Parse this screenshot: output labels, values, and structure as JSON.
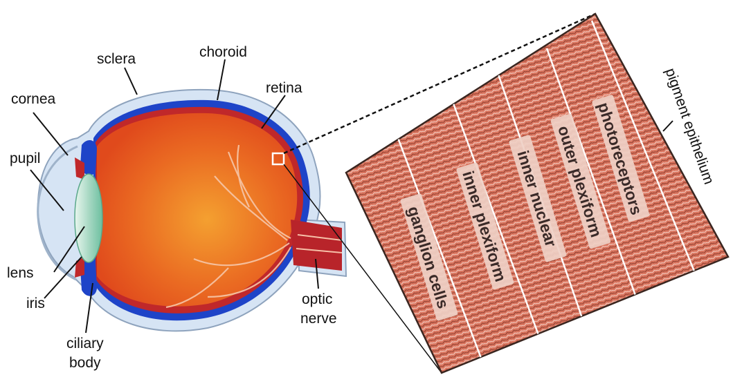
{
  "labels": {
    "sclera": "sclera",
    "choroid": "choroid",
    "retina": "retina",
    "cornea": "cornea",
    "pupil": "pupil",
    "lens": "lens",
    "iris": "iris",
    "ciliary_body_line1": "ciliary",
    "ciliary_body_line2": "body",
    "optic_nerve_line1": "optic",
    "optic_nerve_line2": "nerve"
  },
  "retina_layers": {
    "pigment_epithelium": "pigment epithelium",
    "photoreceptors": "photoreceptors",
    "outer_plexiform": "outer plexiform",
    "inner_nuclear": "inner nuclear",
    "inner_plexiform": "inner plexiform",
    "ganglion_cells": "ganglion cells"
  },
  "colors": {
    "eyeball": "#e8561e",
    "choroid": "#1e44c8",
    "retina": "#c0282a",
    "sclera": "#d6e4f4",
    "lens": "#a9d9c4",
    "tissue": "#d9745e"
  }
}
